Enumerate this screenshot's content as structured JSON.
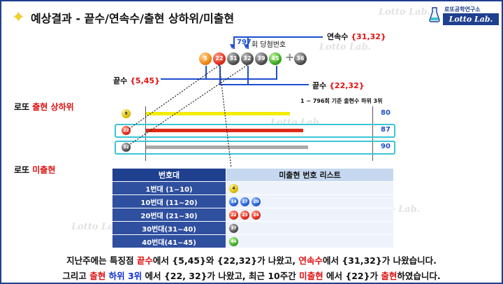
{
  "header": {
    "title": "예상결과 - 끝수/연속수/출현 상하위/미출현"
  },
  "logo": {
    "top": "로또공학연구소",
    "bottom": "Lotto Lab."
  },
  "watermark": "Lotto Lab.",
  "winning": {
    "round_fragment": "797",
    "label": "회 당첨번호",
    "plus": "+",
    "balls": [
      {
        "n": "5",
        "color": "orange"
      },
      {
        "n": "22",
        "color": "red"
      },
      {
        "n": "31",
        "color": "black"
      },
      {
        "n": "32",
        "color": "black"
      },
      {
        "n": "39",
        "color": "black"
      },
      {
        "n": "45",
        "color": "green"
      }
    ],
    "bonus": {
      "n": "36",
      "color": "black"
    }
  },
  "annotations": {
    "consecutive": {
      "label": "연속수",
      "value": "{31,32}"
    },
    "endnum_a": {
      "label": "끝수",
      "value": "{5,45}"
    },
    "endnum_b": {
      "label": "끝수",
      "value": "{22,32}"
    }
  },
  "section_rank": {
    "prefix": "로또 ",
    "highlight": "출현 상하위",
    "note": "1 ~ 796회 기준 출현수 하위 3위",
    "rows": [
      {
        "ball": "9",
        "color": "yellow",
        "count": "80",
        "fraction": 0.89
      },
      {
        "ball": "22",
        "color": "red",
        "count": "87",
        "fraction": 0.97
      },
      {
        "ball": "32",
        "color": "black",
        "count": "90",
        "fraction": 1.0
      }
    ]
  },
  "section_missing": {
    "prefix": "로또 ",
    "highlight": "미출현",
    "headers": [
      "번호대",
      "미출현 번호 리스트"
    ],
    "rows": [
      {
        "range": "1번대 (1~10)",
        "balls": [
          {
            "n": "4",
            "color": "yellow"
          }
        ]
      },
      {
        "range": "10번대 (11~20)",
        "balls": [
          {
            "n": "14",
            "color": "blue"
          },
          {
            "n": "17",
            "color": "blue"
          },
          {
            "n": "20",
            "color": "blue"
          }
        ]
      },
      {
        "range": "20번대 (21~30)",
        "balls": [
          {
            "n": "22",
            "color": "red"
          },
          {
            "n": "23",
            "color": "red"
          },
          {
            "n": "24",
            "color": "red"
          }
        ]
      },
      {
        "range": "30번대(31~40)",
        "balls": [
          {
            "n": "37",
            "color": "black"
          }
        ]
      },
      {
        "range": "40번대(41~45)",
        "balls": [
          {
            "n": "44",
            "color": "green"
          }
        ]
      }
    ]
  },
  "footer": {
    "line1": [
      {
        "t": "지난주에는 특징점 ",
        "c": ""
      },
      {
        "t": "끝수",
        "c": "red"
      },
      {
        "t": "에서 {5,45}와 {22,32}가 나왔고, ",
        "c": ""
      },
      {
        "t": "연속수",
        "c": "red"
      },
      {
        "t": "에서 {31,32}가 나왔습니다.",
        "c": ""
      }
    ],
    "line2": [
      {
        "t": "그리고 ",
        "c": ""
      },
      {
        "t": "출현",
        "c": "red"
      },
      {
        "t": " ",
        "c": ""
      },
      {
        "t": "하위 3위",
        "c": "blue"
      },
      {
        "t": " 에서 {22, 32}가 나왔고, 최근 10주간 ",
        "c": ""
      },
      {
        "t": "미출현",
        "c": "red"
      },
      {
        "t": " 에서 {22}가 ",
        "c": ""
      },
      {
        "t": "출현",
        "c": "red"
      },
      {
        "t": "하였습니다.",
        "c": ""
      }
    ]
  },
  "colors": {
    "accent_blue": "#1f4fd0",
    "highlight_red": "#e01010",
    "frame_cyan": "#3cc6d6"
  }
}
